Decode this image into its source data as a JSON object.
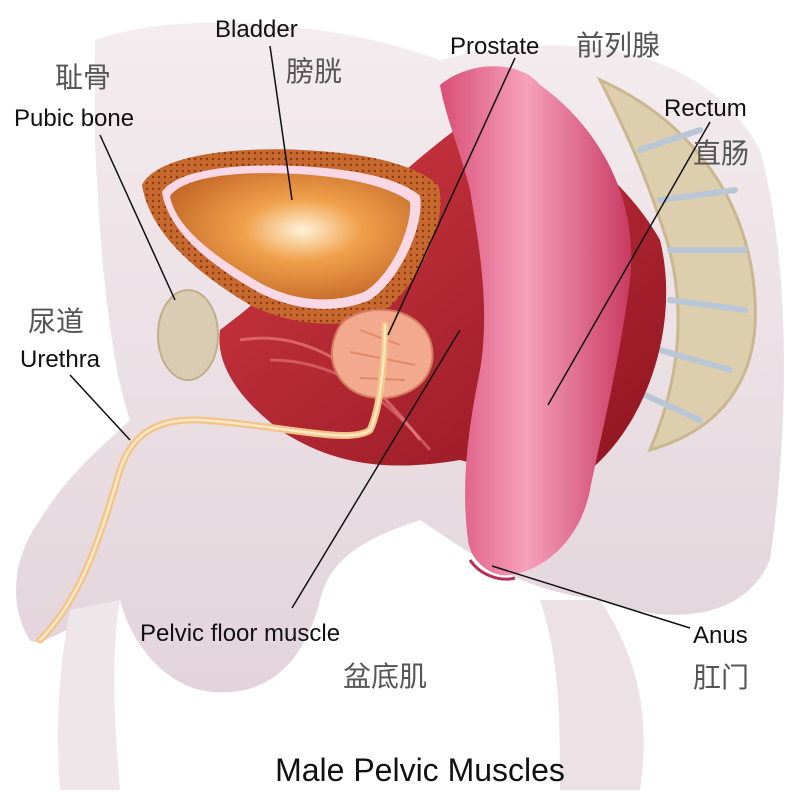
{
  "title": "Male Pelvic Muscles",
  "labels": {
    "bladder": {
      "en": "Bladder",
      "zh": "膀胱"
    },
    "prostate": {
      "en": "Prostate",
      "zh": "前列腺"
    },
    "pubic_bone": {
      "en": "Pubic bone",
      "zh": "耻骨"
    },
    "rectum": {
      "en": "Rectum",
      "zh": "直肠"
    },
    "urethra": {
      "en": "Urethra",
      "zh": "尿道"
    },
    "pelvic_floor": {
      "en": "Pelvic floor muscle",
      "zh": "盆底肌"
    },
    "anus": {
      "en": "Anus",
      "zh": "肛门"
    }
  },
  "colors": {
    "background": "#ffffff",
    "skin": "#eadde3",
    "muscle": "#b8202c",
    "bladder": "#e08a3a",
    "prostate": "#f0a888",
    "rectum": "#e46a8c",
    "bone": "#d8c8a8",
    "urethra": "#f0c080"
  }
}
